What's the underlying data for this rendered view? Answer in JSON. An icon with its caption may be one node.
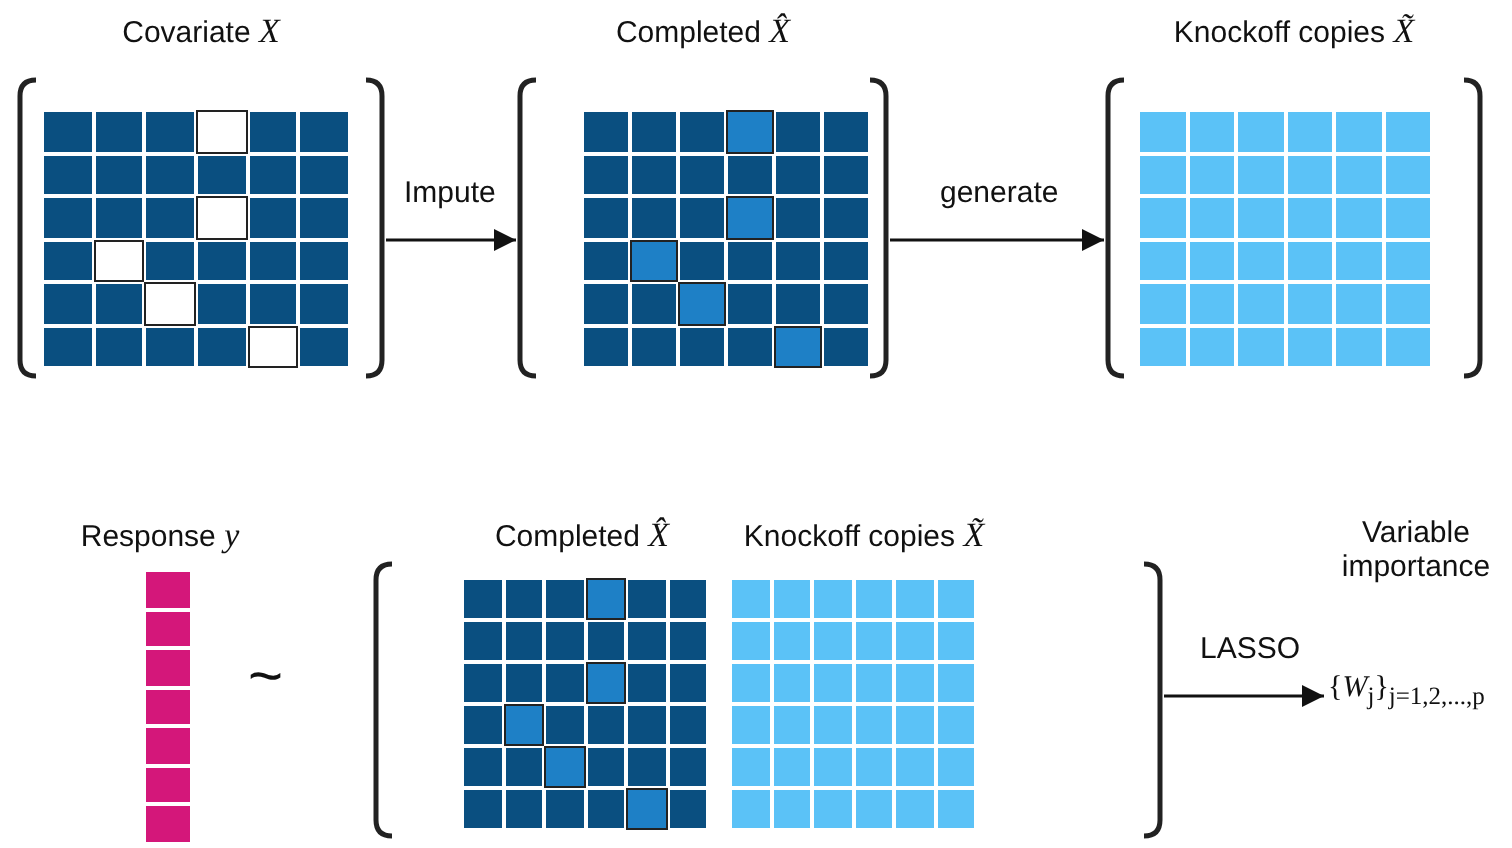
{
  "diagram": {
    "nodes": [
      {
        "text": [
          "Covariate *X*"
        ]
      },
      {
        "text": [
          "Completed *X̂*"
        ]
      },
      {
        "text": [
          "Knockoff copies *X̃*"
        ]
      },
      {
        "text": [
          "Response *y*"
        ]
      },
      {
        "text": [],
        "shape": "box"
      },
      {
        "text": [
          "Completed *X̂*"
        ],
        "in": 4
      },
      {
        "text": [
          "Knockoff copies *X̃*"
        ],
        "in": 4
      },
      {
        "text": [
          "Variable importance",
          "{*W*$_{j}$}$_{j=1,2,...,p}$"
        ]
      }
    ],
    "edges": [
      {
        "from": 0,
        "to": 1,
        "arrow": "to",
        "label": "Impute"
      },
      {
        "from": 1,
        "to": 2,
        "arrow": "to",
        "label": "generate"
      },
      {
        "from": 4,
        "to": 7,
        "arrow": "to",
        "label": "LASSO"
      }
    ],
    "labels": [
      "~"
    ]
  }
}
